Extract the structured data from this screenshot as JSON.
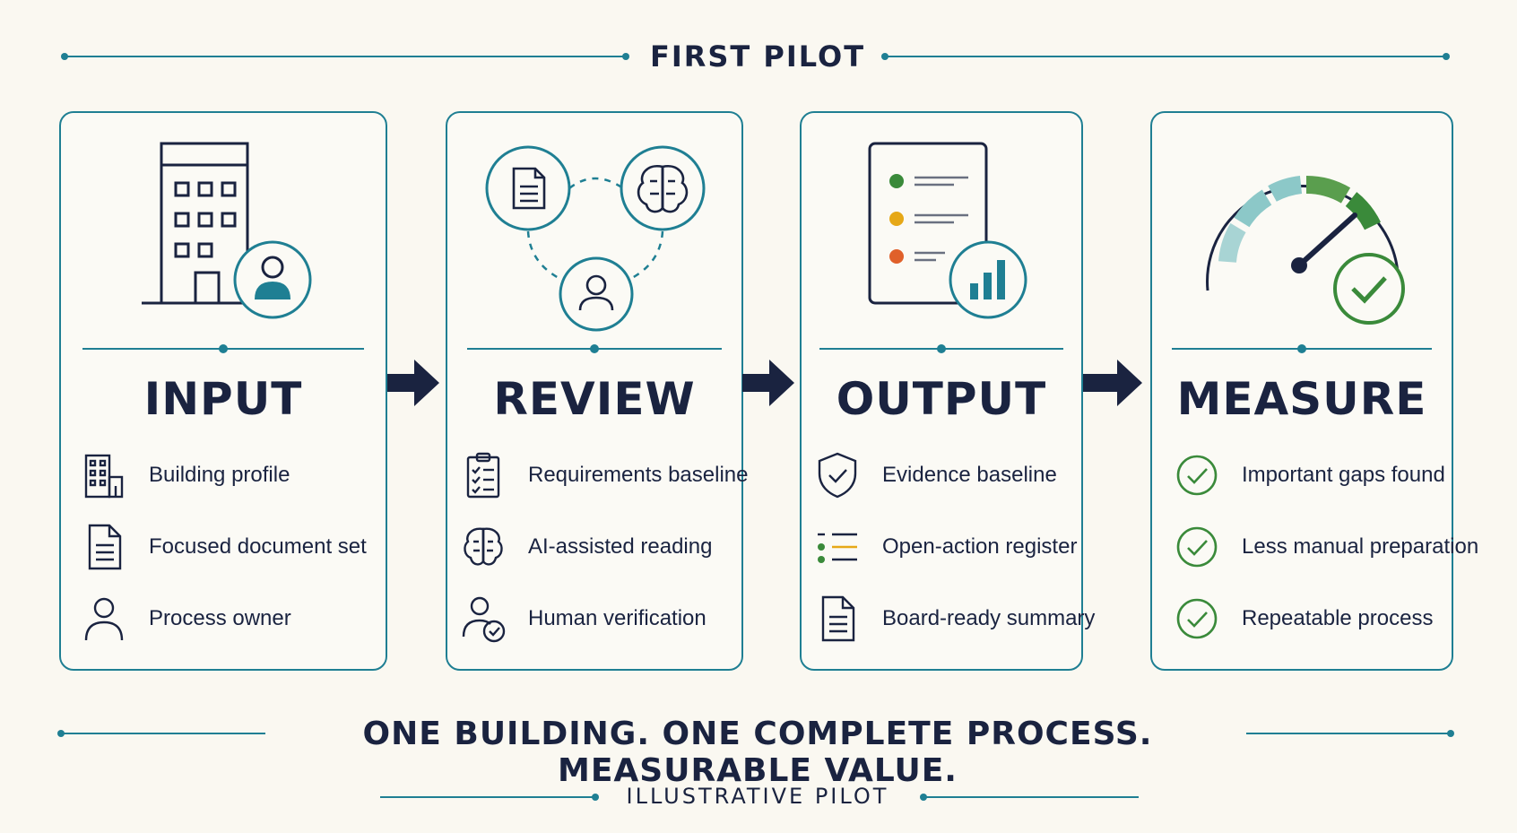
{
  "header": {
    "title": "FIRST PILOT"
  },
  "stages": [
    {
      "heading": "INPUT",
      "items": [
        {
          "label": "Building profile",
          "icon": "building-icon"
        },
        {
          "label": "Focused document set",
          "icon": "document-icon"
        },
        {
          "label": "Process owner",
          "icon": "person-icon"
        }
      ]
    },
    {
      "heading": "REVIEW",
      "items": [
        {
          "label": "Requirements baseline",
          "icon": "checklist-icon"
        },
        {
          "label": "AI-assisted reading",
          "icon": "brain-icon"
        },
        {
          "label": "Human verification",
          "icon": "person-check-icon"
        }
      ]
    },
    {
      "heading": "OUTPUT",
      "items": [
        {
          "label": "Evidence baseline",
          "icon": "shield-check-icon"
        },
        {
          "label": "Open-action register",
          "icon": "list-icon"
        },
        {
          "label": "Board-ready summary",
          "icon": "document-icon"
        }
      ]
    },
    {
      "heading": "MEASURE",
      "items": [
        {
          "label": "Important gaps found",
          "icon": "check-circle-icon"
        },
        {
          "label": "Less manual preparation",
          "icon": "check-circle-icon"
        },
        {
          "label": "Repeatable process",
          "icon": "check-circle-icon"
        }
      ]
    }
  ],
  "footer": {
    "tagline": "ONE BUILDING. ONE COMPLETE PROCESS. MEASURABLE VALUE.",
    "caption": "ILLUSTRATIVE PILOT"
  },
  "colors": {
    "teal": "#1f7f93",
    "navy": "#1a2340",
    "green": "#3a8a3a",
    "amber": "#e6a817",
    "orange": "#e0602a",
    "gauge_light": "#8cc8c8",
    "gauge_green": "#5a9e4e"
  }
}
